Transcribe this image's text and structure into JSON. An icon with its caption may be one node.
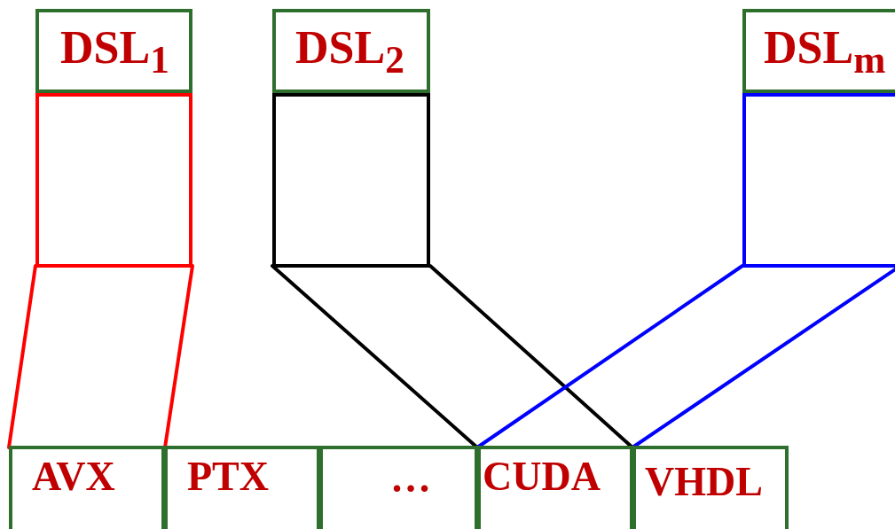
{
  "diagram": {
    "nodes": [
      {
        "text": [
          "DSL$_{1}$"
        ]
      },
      {
        "text": [
          "DSL$_{2}$"
        ]
      },
      {
        "text": [
          "DSL$_{m}$"
        ]
      },
      {
        "text": [],
        "shape": "box"
      },
      {
        "text": [],
        "shape": "box"
      },
      {
        "text": [],
        "shape": "box"
      },
      {
        "text": [
          "AVX"
        ]
      },
      {
        "text": [
          "PTX"
        ]
      },
      {
        "text": [
          "…"
        ]
      },
      {
        "text": [
          "CUDA"
        ]
      },
      {
        "text": [
          "VHDL"
        ]
      }
    ],
    "edges": [
      {
        "from": 3,
        "to": 6,
        "arrow": "none",
        "color": "#ff0000"
      },
      {
        "from": 3,
        "to": 6,
        "arrow": "none",
        "color": "#ff0000"
      },
      {
        "from": 4,
        "to": 9,
        "arrow": "none",
        "color": "#000000"
      },
      {
        "from": 4,
        "to": 10,
        "arrow": "none",
        "color": "#000000"
      },
      {
        "from": 5,
        "to": 9,
        "arrow": "none",
        "color": "#0000ff"
      },
      {
        "from": 5,
        "to": 10,
        "arrow": "none",
        "color": "#0000ff"
      }
    ]
  }
}
